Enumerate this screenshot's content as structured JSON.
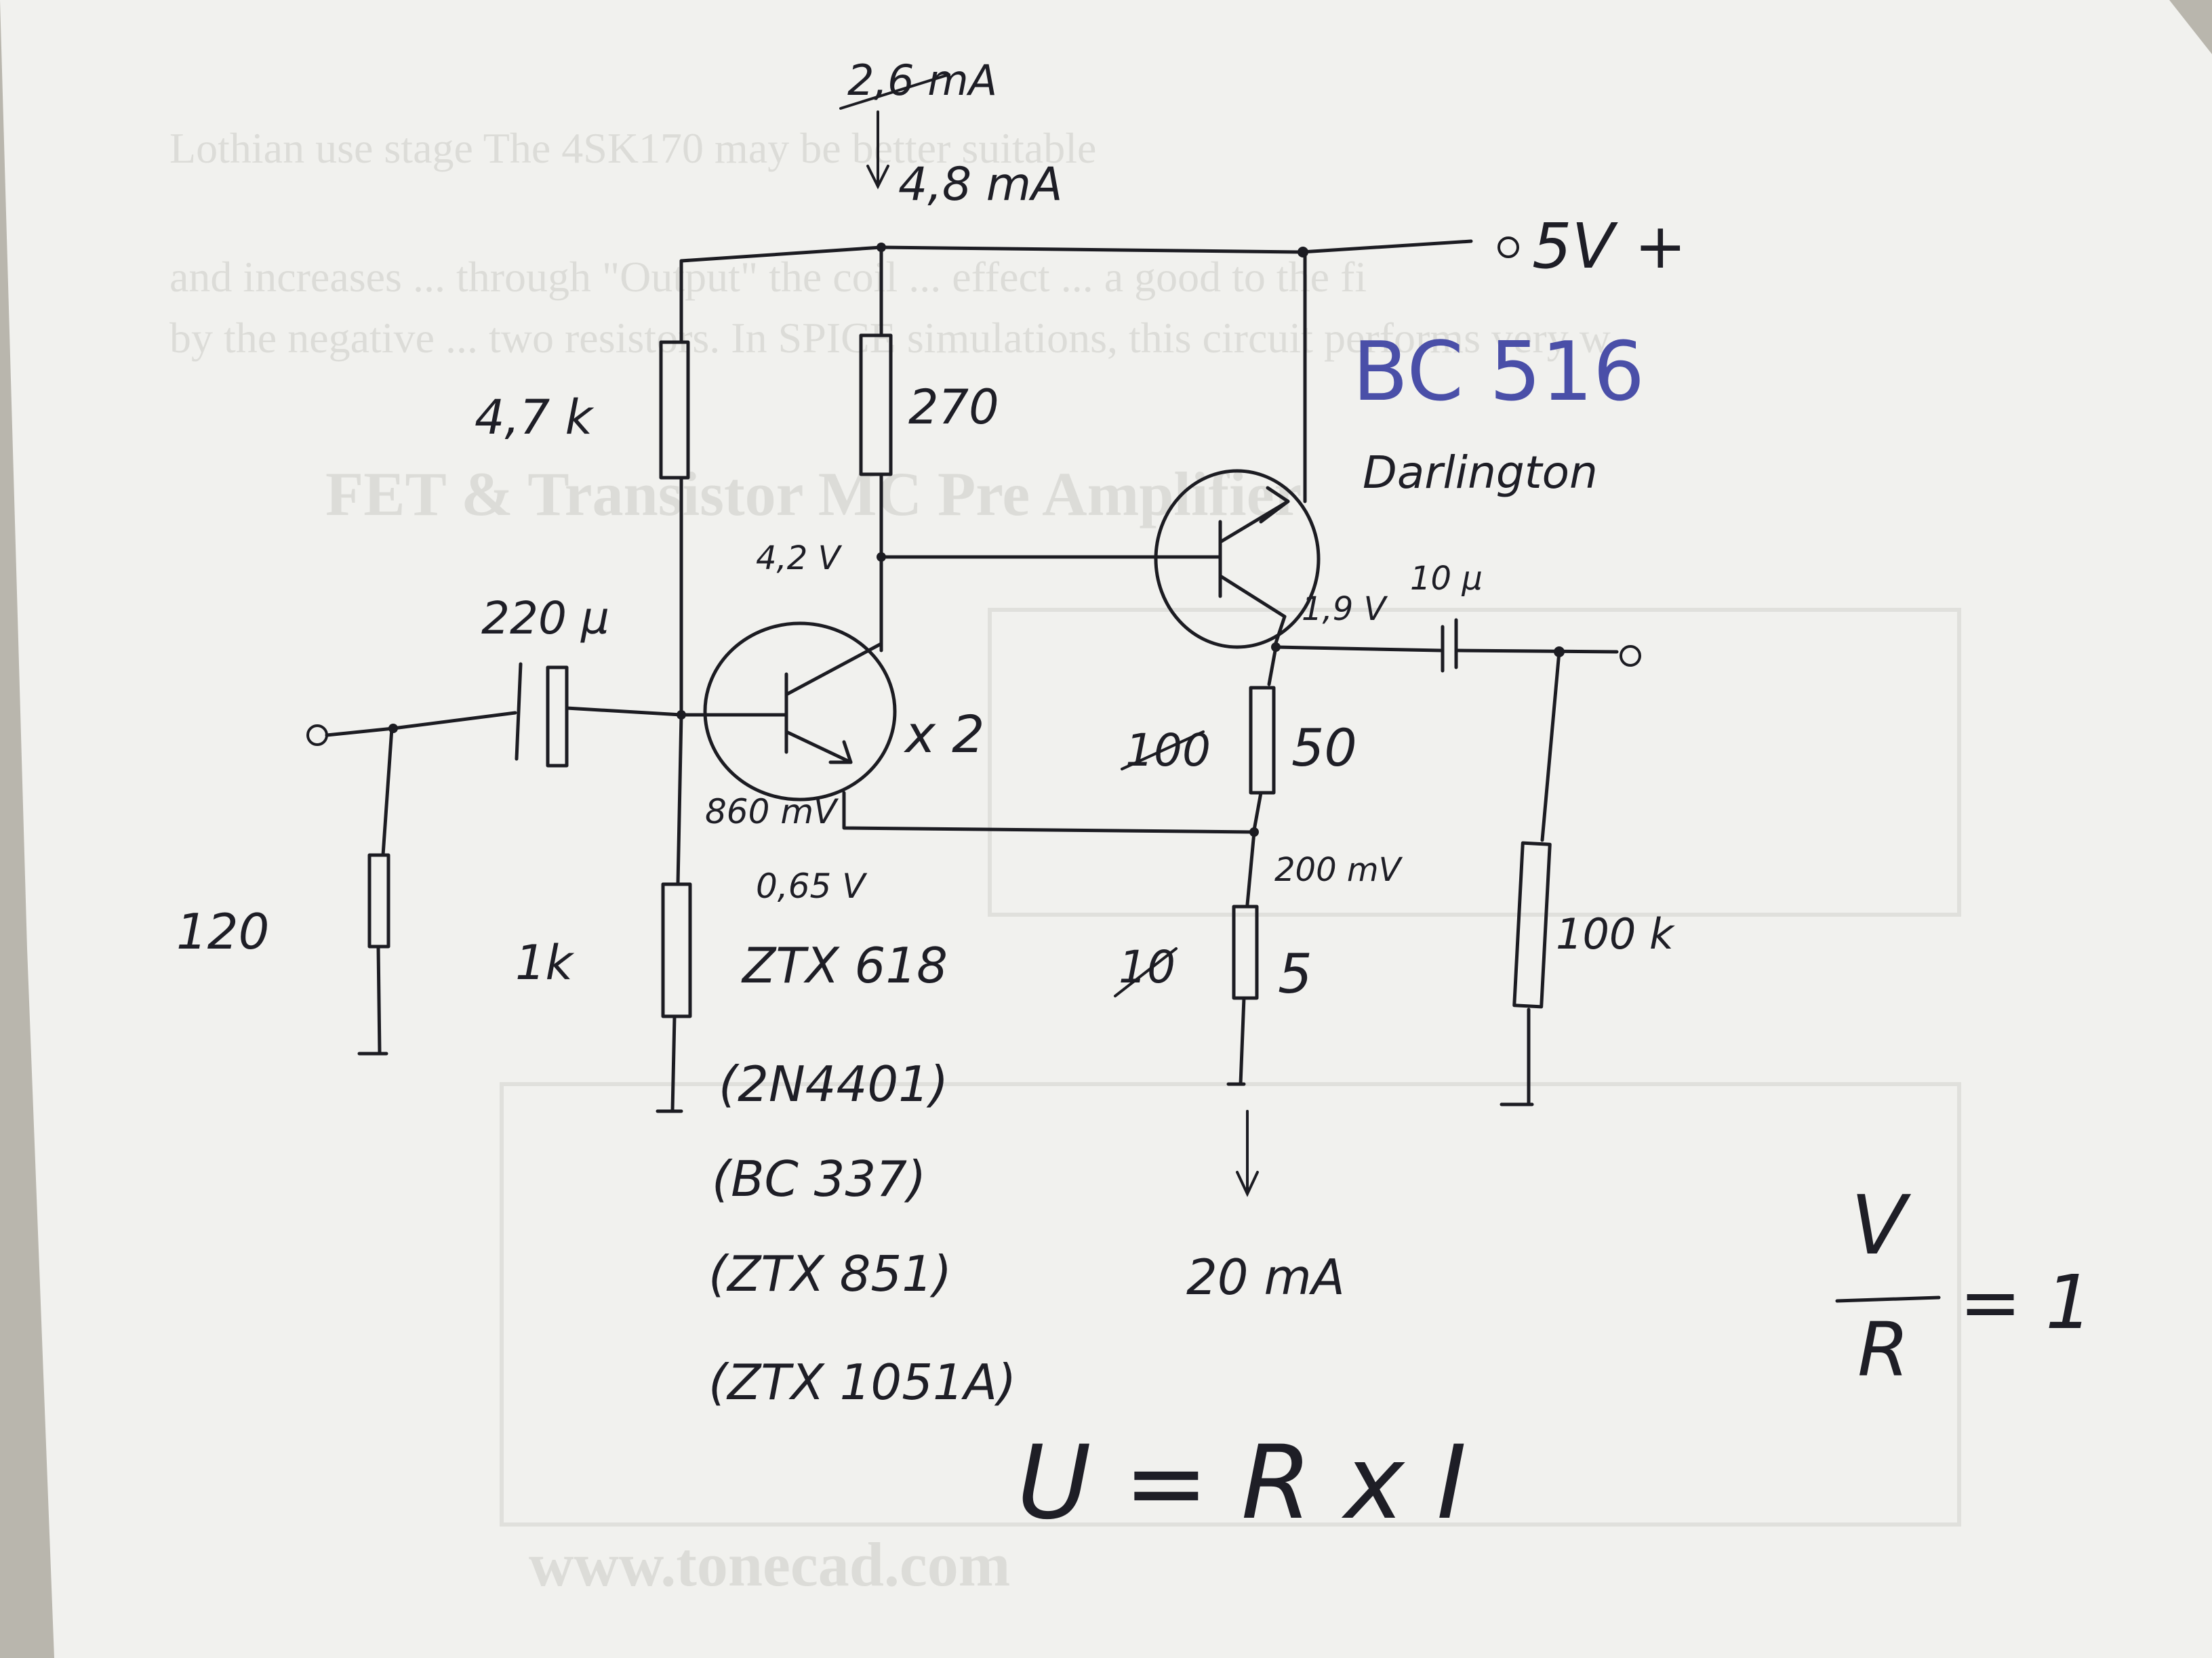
{
  "notes": {
    "supply_current_struck": "2,6 mA",
    "supply_current": "4,8 mA",
    "supply": "5V +",
    "r_bias_top": "4,7 k",
    "r_collector": "270",
    "v_collector": "4,2 V",
    "darlington_part": "BC 516",
    "darlington_label": "Darlington",
    "v_output": "1,9 V",
    "c_output": "10 µ",
    "c_input": "220 µ",
    "r_input": "120",
    "multiplier": "x 2",
    "v_base": "860 mV",
    "v_emitter": "0,65 V",
    "r_bias_bottom": "1k",
    "r_load_struck": "100",
    "r_load": "50",
    "v_feedback": "200 mV",
    "r_emitter_struck": "10",
    "r_emitter": "5",
    "r_out_bleed": "100 k",
    "current_out": "20 mA",
    "transistors": [
      "ZTX 618",
      "(2N4401)",
      "(BC 337)",
      "(ZTX 851)",
      "(ZTX 1051A)"
    ],
    "formula": "U = R x I",
    "ratio_num": "V",
    "ratio_den": "R",
    "ratio_eq": "= 1"
  }
}
